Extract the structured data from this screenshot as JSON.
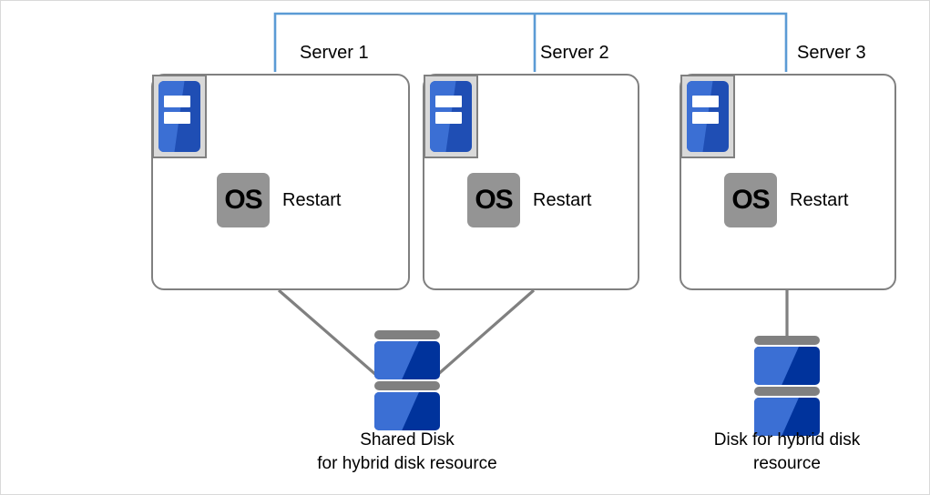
{
  "diagram": {
    "title": "Hybrid disk resource cluster diagram",
    "colors": {
      "bracket_blue": "#5b9bd5",
      "box_border_gray": "#808080",
      "icon_frame_gray": "#d9d9d9",
      "os_badge_gray": "#949494",
      "disk_blue_light": "#3b6fd4",
      "disk_blue_dark": "#00339c",
      "connector_gray": "#808080",
      "page_border": "#d9d9d9",
      "background": "#ffffff"
    },
    "servers": [
      {
        "id": "server-1",
        "name": "Server 1",
        "os_badge": "OS",
        "status": "Restart",
        "icon": "server-rack-icon"
      },
      {
        "id": "server-2",
        "name": "Server 2",
        "os_badge": "OS",
        "status": "Restart",
        "icon": "server-rack-icon"
      },
      {
        "id": "server-3",
        "name": "Server 3",
        "os_badge": "OS",
        "status": "Restart",
        "icon": "server-rack-icon"
      }
    ],
    "disks": [
      {
        "id": "shared-disk",
        "icon": "disk-stack-icon",
        "caption_line1": "Shared Disk",
        "caption_line2": "for hybrid disk resource",
        "connected_servers": [
          "Server 1",
          "Server 2"
        ]
      },
      {
        "id": "hybrid-disk",
        "icon": "disk-stack-icon",
        "caption_line1": "Disk for hybrid disk",
        "caption_line2": "resource",
        "connected_servers": [
          "Server 3"
        ]
      }
    ],
    "bracket": {
      "name": "cluster-bracket",
      "spans": [
        "Server 1",
        "Server 2",
        "Server 3"
      ]
    }
  }
}
